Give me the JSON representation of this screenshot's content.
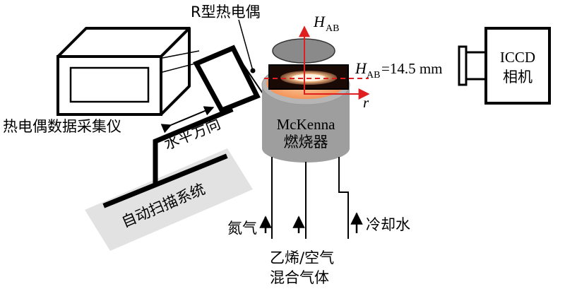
{
  "labels": {
    "thermocouple_type": "R型热电偶",
    "daq_device": "热电偶数据采集仪",
    "horizontal_direction": "水平方向",
    "auto_scan_system": "自动扫描系统",
    "burner_name": "McKenna",
    "burner_cn": "燃烧器",
    "camera_line1": "ICCD",
    "camera_line2": "相机",
    "height_symbol": "H",
    "height_subscript": "AB",
    "height_value_suffix": "=14.5 mm",
    "radius_symbol": "r",
    "nitrogen": "氮气",
    "mixture_line1": "乙烯/空气",
    "mixture_line2": "混合气体",
    "cooling_water": "冷却水"
  },
  "colors": {
    "axis_red": "#e02020",
    "burner_gray": "#9e9e9e",
    "burner_top": "#b5b5b5",
    "flame_core": "#ffe2b8",
    "flame_glow": "#f6a070",
    "scan_panel": "#e2e2e2",
    "plate_gray": "#8a8a8a"
  }
}
